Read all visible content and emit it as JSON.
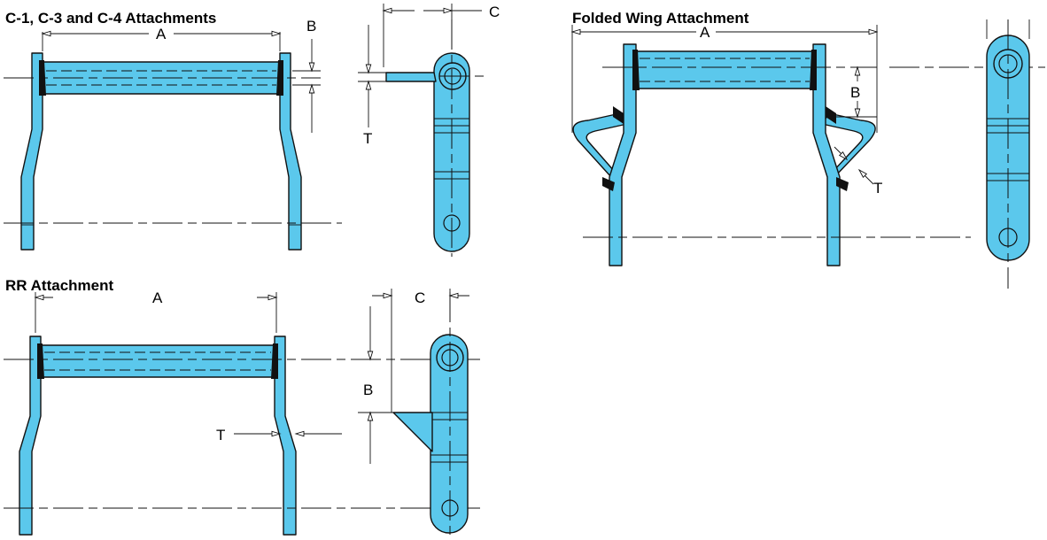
{
  "colors": {
    "part": "#5bc8ec",
    "ink": "#111111"
  },
  "diagrams": {
    "c_series": {
      "title": "C-1, C-3 and C-4 Attachments",
      "dims": {
        "a": "A",
        "b": "B",
        "t": "T",
        "c": "C"
      }
    },
    "folded_wing": {
      "title": "Folded Wing Attachment",
      "dims": {
        "a": "A",
        "b": "B",
        "t": "T"
      }
    },
    "rr": {
      "title": "RR Attachment",
      "dims": {
        "a": "A",
        "b": "B",
        "t": "T",
        "c": "C"
      }
    }
  }
}
